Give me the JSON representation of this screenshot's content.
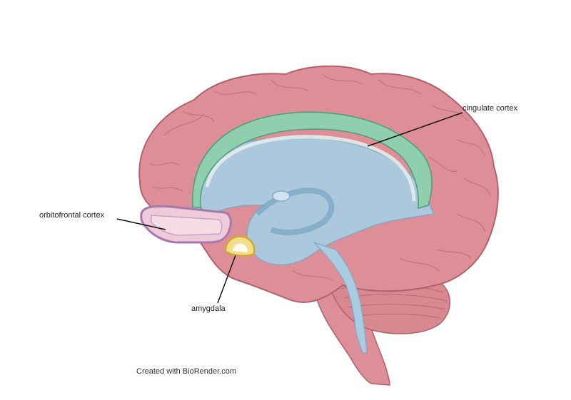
{
  "labels": {
    "cingulate": "cingulate cortex",
    "orbitofrontal": "orbitofrontal cortex",
    "amygdala": "amygdala"
  },
  "credit": "Created with BioRender.com",
  "colors": {
    "brain": "#dd8e96",
    "brain_outline": "#b1616c",
    "ventricle": "#a9cce0",
    "cingulate": "#8fcfae",
    "orbitofrontal": "#c9a0cc",
    "amygdala": "#e2c34f"
  }
}
